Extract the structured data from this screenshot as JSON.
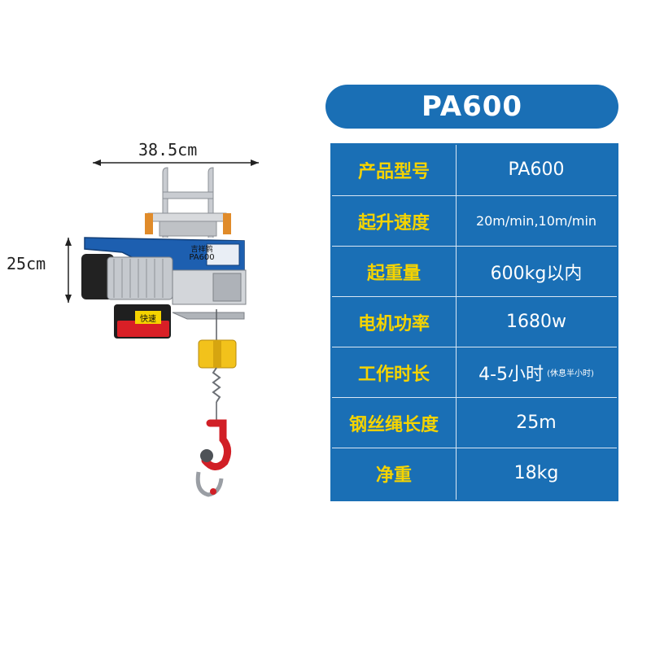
{
  "title": "PA600",
  "dimensions": {
    "width": "38.5cm",
    "height": "25cm"
  },
  "product": {
    "brand_plate": "吉祥鹤",
    "model_plate": "PA600",
    "speed_badge": "快速"
  },
  "specs": [
    {
      "label": "产品型号",
      "value": "PA600"
    },
    {
      "label": "起升速度",
      "value": "20m/min,10m/min"
    },
    {
      "label": "起重量",
      "value": "600kg以内"
    },
    {
      "label": "电机功率",
      "value": "1680w"
    },
    {
      "label": "工作时长",
      "value": "4-5小时",
      "note": "(休息半小时)"
    },
    {
      "label": "钢丝绳长度",
      "value": "25m"
    },
    {
      "label": "净重",
      "value": "18kg"
    }
  ],
  "colors": {
    "accent": "#1a6fb5",
    "label_text": "#f5d300",
    "value_text": "#ffffff"
  }
}
